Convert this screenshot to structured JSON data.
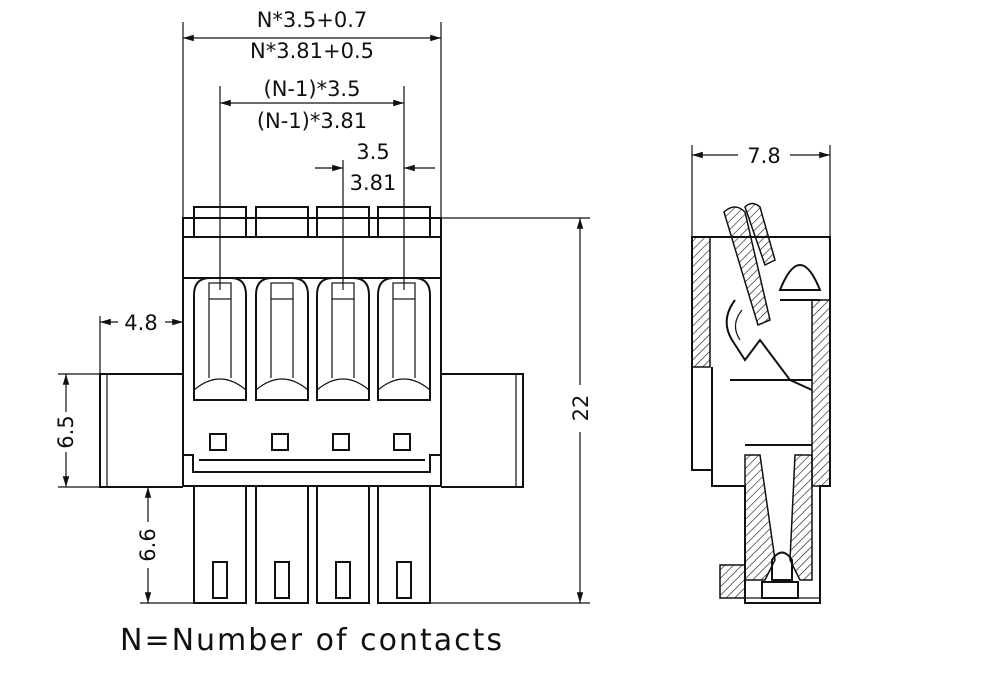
{
  "dimensions": {
    "overall_width_35": "N*3.5+0.7",
    "overall_width_381": "N*3.81+0.5",
    "span_35": "(N-1)*3.5",
    "span_381": "(N-1)*3.81",
    "pitch_35": "3.5",
    "pitch_381": "3.81",
    "flange_offset": "4.8",
    "flange_height": "6.5",
    "pin_length": "6.6",
    "total_height": "22",
    "side_width": "7.8"
  },
  "note": "N=Number of contacts",
  "contact_count_shown": 4
}
